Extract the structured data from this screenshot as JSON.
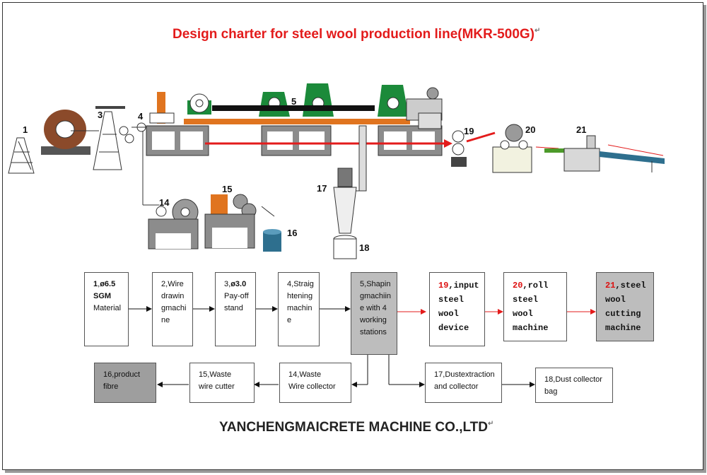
{
  "title": "Design charter for steel wool production line(MKR-500G)",
  "company": "YANCHENGMAICRETE MACHINE CO.,LTD",
  "paragraph_mark": "↵",
  "colors": {
    "accent_red": "#e31b1b",
    "machine_green": "#1b8a3a",
    "machine_orange": "#e0741f",
    "machine_gray": "#8c8c8c",
    "belt_blue": "#2e6f8e"
  },
  "machine_labels": [
    "1",
    "3",
    "4",
    "5",
    "14",
    "15",
    "16",
    "17",
    "18",
    "19",
    "20",
    "21"
  ],
  "flow": {
    "row1": [
      {
        "num": "1",
        "text": "ø6.5",
        "line2": "SGM",
        "line3": "Material"
      },
      {
        "num": "2",
        "text": "Wire",
        "line2": "drawin",
        "line3": "gmachi",
        "line4": "ne"
      },
      {
        "num": "3",
        "text": "ø3.0",
        "line2": "Pay-off",
        "line3": "stand"
      },
      {
        "num": "4",
        "text": "Straig",
        "line2": "htening",
        "line3": "machin",
        "line4": "e"
      },
      {
        "num": "5",
        "text": "Shapin",
        "line2": "gmachiin",
        "line3": "e  with  4",
        "line4": "working",
        "line5": "stations"
      },
      {
        "num": "19",
        "text": "input",
        "line2": "steel",
        "line3": "wool",
        "line4": "device"
      },
      {
        "num": "20",
        "text": "roll",
        "line2": "steel wool",
        "line3": "machine"
      },
      {
        "num": "21",
        "text": "steel",
        "line2": "wool",
        "line3": "cutting",
        "line4": "machine"
      }
    ],
    "row2": [
      {
        "num": "16",
        "text": "product",
        "line2": "fibre"
      },
      {
        "num": "15",
        "text": "Waste",
        "line2": "wire cutter"
      },
      {
        "num": "14",
        "text": "Waste",
        "line2": "Wire collector"
      },
      {
        "num": "17",
        "text": "Dustextraction",
        "line2": "and collector"
      },
      {
        "num": "18",
        "text": "Dust   collector",
        "line2": "bag"
      }
    ]
  }
}
